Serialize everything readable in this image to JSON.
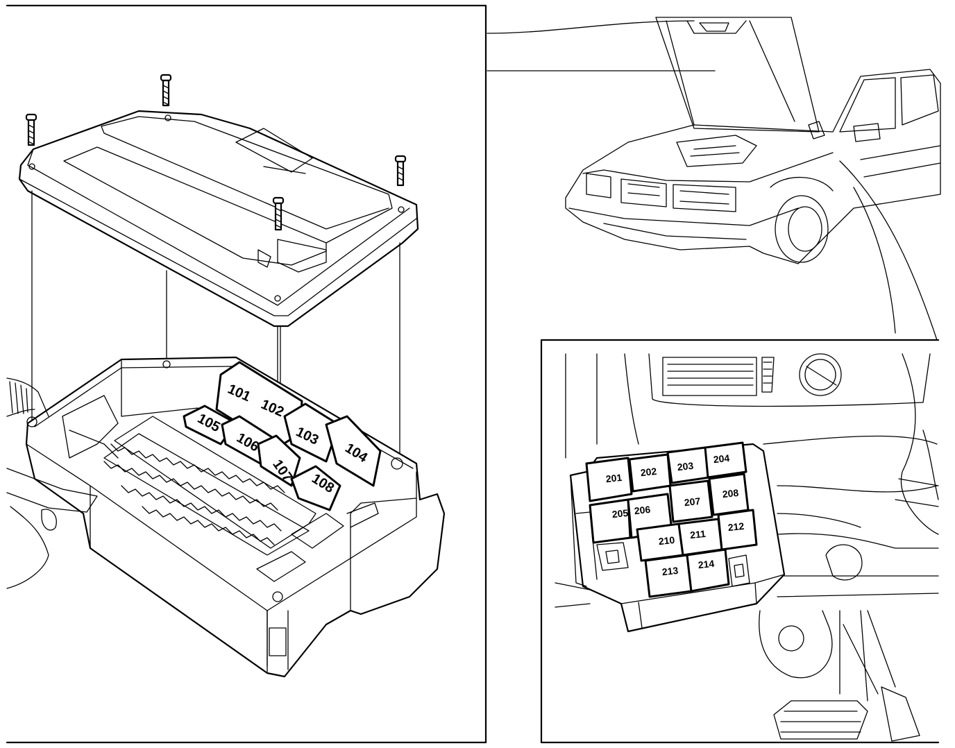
{
  "engine_box": {
    "relays": [
      {
        "label": "101"
      },
      {
        "label": "102"
      },
      {
        "label": "103"
      },
      {
        "label": "104"
      },
      {
        "label": "105"
      },
      {
        "label": "106"
      },
      {
        "label": "107"
      },
      {
        "label": "108"
      }
    ]
  },
  "dash_box": {
    "relays": [
      {
        "label": "201"
      },
      {
        "label": "202"
      },
      {
        "label": "203"
      },
      {
        "label": "204"
      },
      {
        "label": "205"
      },
      {
        "label": "206"
      },
      {
        "label": "207"
      },
      {
        "label": "208"
      },
      {
        "label": "210"
      },
      {
        "label": "211"
      },
      {
        "label": "212"
      },
      {
        "label": "213"
      },
      {
        "label": "214"
      }
    ]
  }
}
